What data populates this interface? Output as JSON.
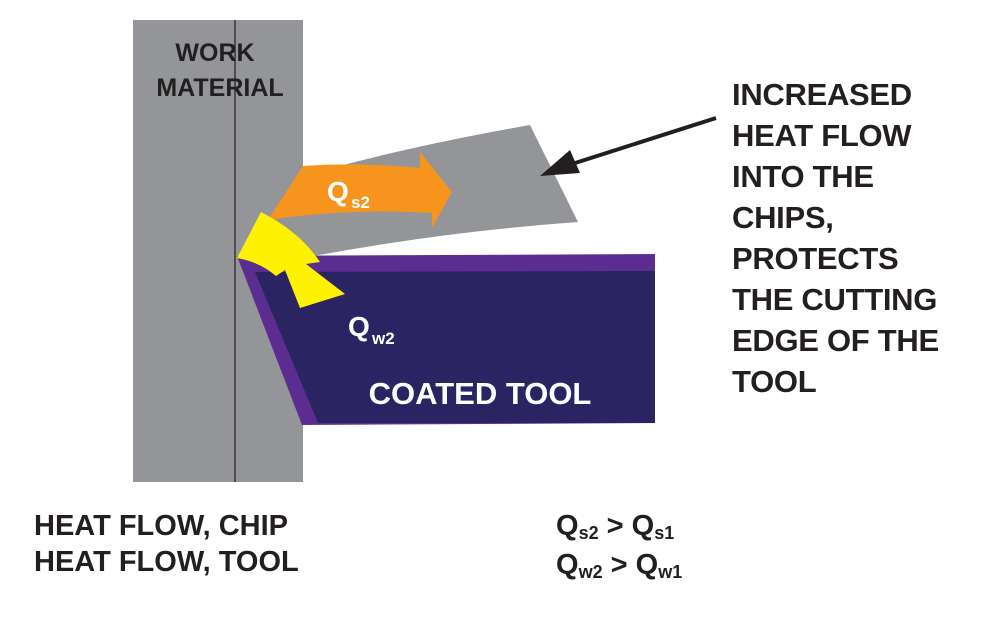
{
  "work_material": {
    "line1": "WORK",
    "line2": "MATERIAL"
  },
  "tool_label": "COATED TOOL",
  "flows": {
    "chip": {
      "symbol": "Q",
      "subscript": "s2"
    },
    "tool": {
      "symbol": "Q",
      "subscript": "w2"
    }
  },
  "callout": [
    "INCREASED",
    "HEAT FLOW",
    "INTO THE",
    "CHIPS,",
    "PROTECTS",
    "THE CUTTING",
    "EDGE OF THE",
    "TOOL"
  ],
  "legend": [
    "HEAT FLOW, CHIP",
    "HEAT FLOW, TOOL"
  ],
  "inequalities": [
    {
      "lhs": "Q",
      "lhs_sub": "s2",
      "op": ">",
      "rhs": "Q",
      "rhs_sub": "s1"
    },
    {
      "lhs": "Q",
      "lhs_sub": "w2",
      "op": ">",
      "rhs": "Q",
      "rhs_sub": "w1"
    }
  ],
  "colors": {
    "work_material": "#939598",
    "tool_body": "#2b2462",
    "coating": "#5b2d91",
    "chip_flow_arrow": "#f7941d",
    "tool_flow_arrow": "#fff200",
    "text": "#231f20"
  }
}
